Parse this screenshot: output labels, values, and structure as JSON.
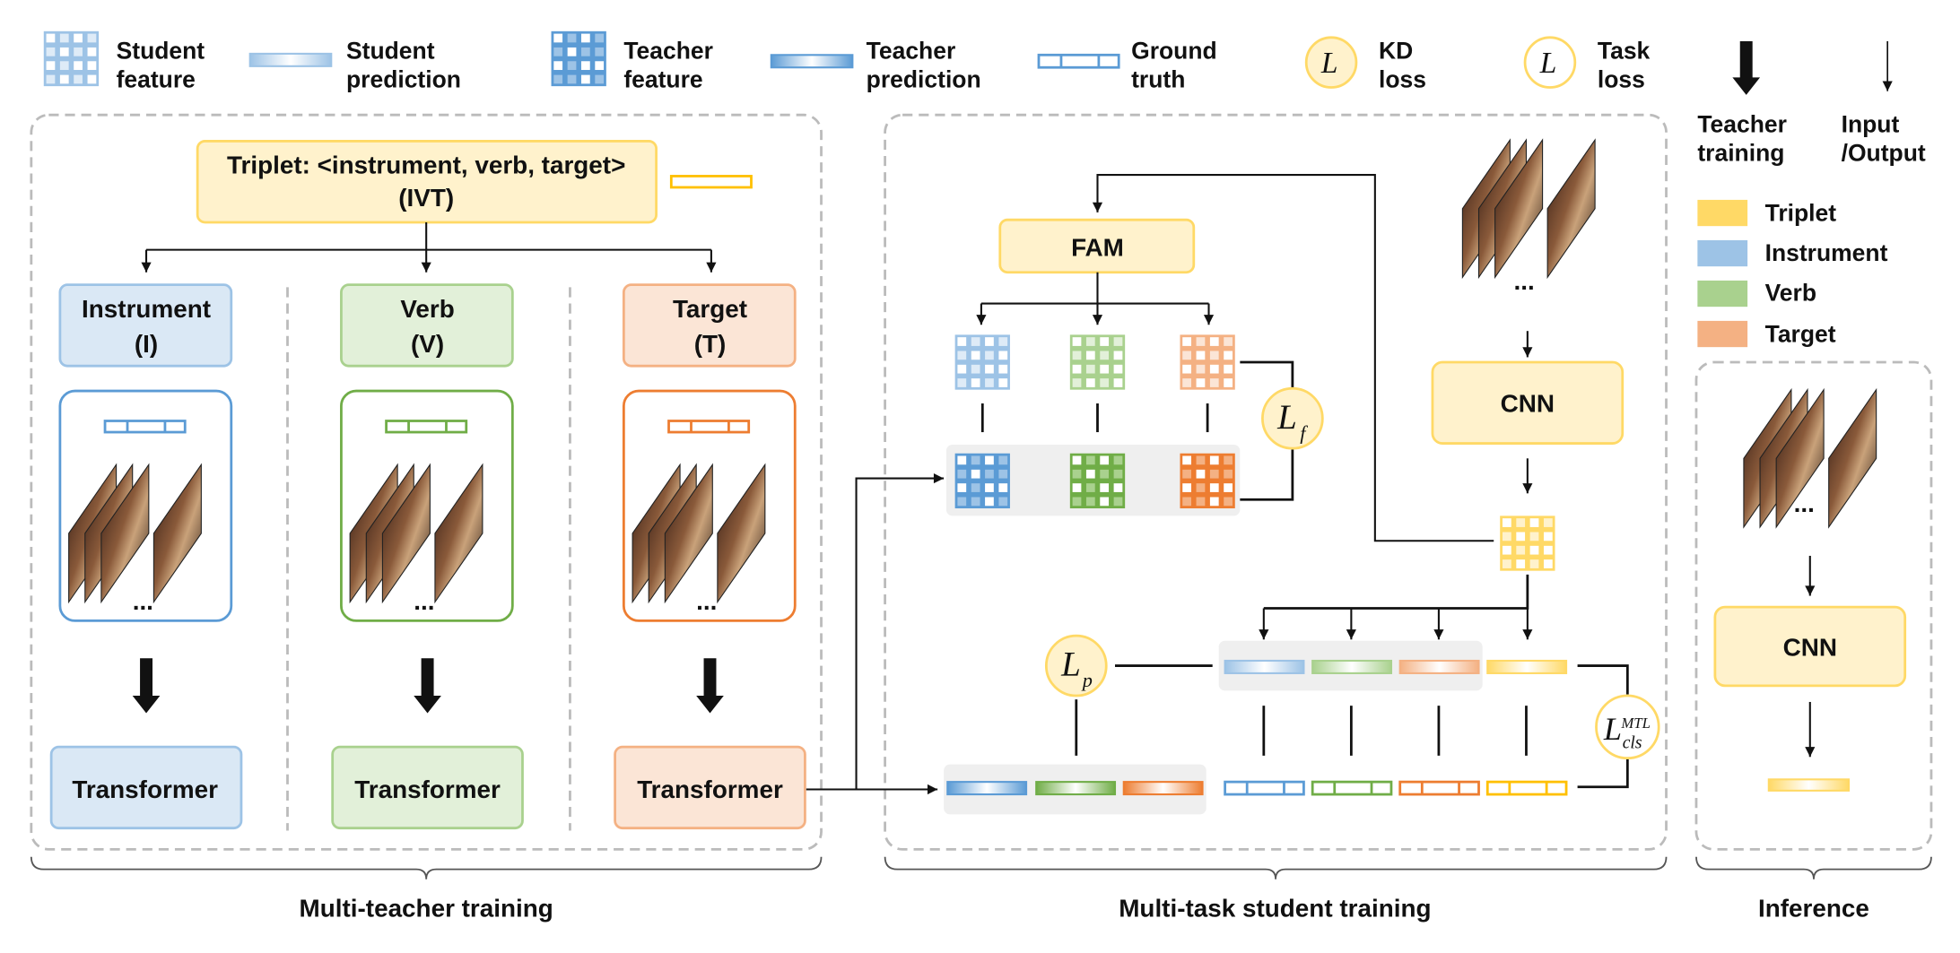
{
  "legend": {
    "student_feature": [
      "Student",
      "feature"
    ],
    "student_prediction": [
      "Student",
      "prediction"
    ],
    "teacher_feature": [
      "Teacher",
      "feature"
    ],
    "teacher_prediction": [
      "Teacher",
      "prediction"
    ],
    "ground_truth": [
      "Ground",
      "truth"
    ],
    "kd_loss": [
      "KD",
      "loss"
    ],
    "task_loss": [
      "Task",
      "loss"
    ],
    "teacher_training": [
      "Teacher",
      "training"
    ],
    "input_output": [
      "Input",
      "/Output"
    ],
    "loss_symbol": "L",
    "colors": [
      {
        "label": "Triplet",
        "color": "#ffd966"
      },
      {
        "label": "Instrument",
        "color": "#9dc3e6"
      },
      {
        "label": "Verb",
        "color": "#a9d18e"
      },
      {
        "label": "Target",
        "color": "#f4b183"
      }
    ]
  },
  "teacher_panel": {
    "triplet_title": "Triplet: <instrument, verb, target>",
    "triplet_abbr": "(IVT)",
    "branches": [
      {
        "name": "Instrument",
        "abbr": "(I)",
        "model": "Transformer",
        "color": "#5b9bd5",
        "fill": "#dae8f5",
        "stroke": "#9dc3e6"
      },
      {
        "name": "Verb",
        "abbr": "(V)",
        "model": "Transformer",
        "color": "#70ad47",
        "fill": "#e2f0d9",
        "stroke": "#a9d18e"
      },
      {
        "name": "Target",
        "abbr": "(T)",
        "model": "Transformer",
        "color": "#ed7d31",
        "fill": "#fbe5d6",
        "stroke": "#f4b183"
      }
    ],
    "ellipsis": "...",
    "caption": "Multi-teacher training"
  },
  "student_panel": {
    "fam": "FAM",
    "cnn": "CNN",
    "loss_f": {
      "symbol": "L",
      "sub": "f"
    },
    "loss_p": {
      "symbol": "L",
      "sub": "p"
    },
    "loss_cls": {
      "symbol": "L",
      "sub": "cls",
      "sup": "MTL"
    },
    "ellipsis": "...",
    "caption": "Multi-task student training"
  },
  "inference_panel": {
    "cnn": "CNN",
    "ellipsis": "...",
    "caption": "Inference"
  }
}
